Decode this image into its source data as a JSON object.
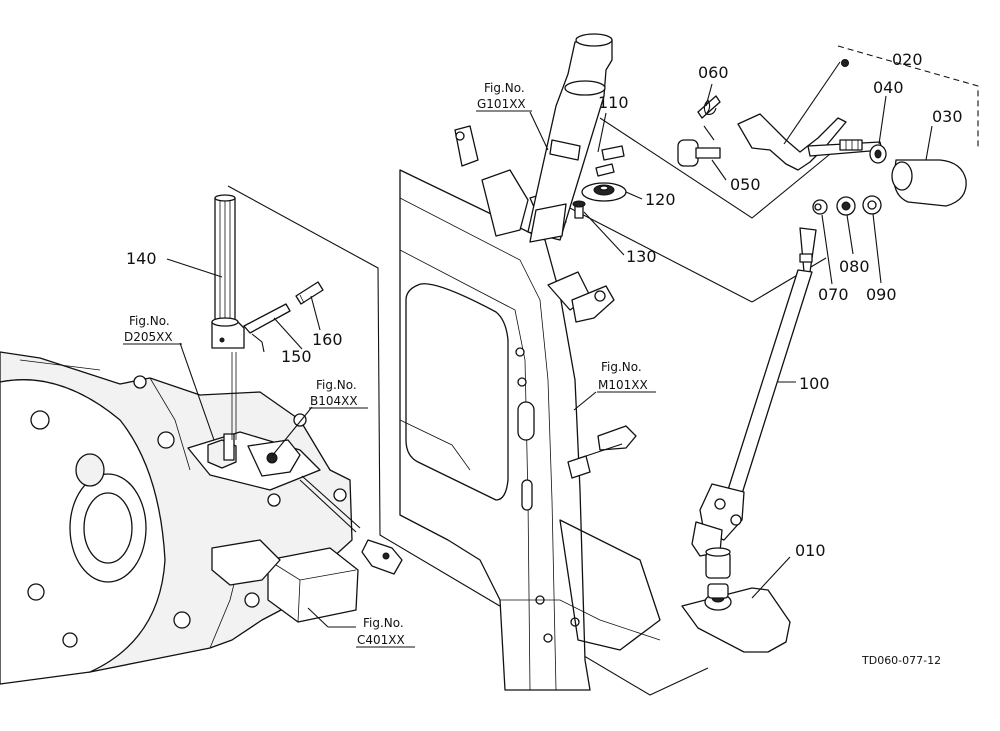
{
  "diagram": {
    "drawing_code": "TD060-077-12",
    "part_numbers": [
      {
        "id": "p010",
        "text": "010"
      },
      {
        "id": "p020",
        "text": "020"
      },
      {
        "id": "p030",
        "text": "030"
      },
      {
        "id": "p040",
        "text": "040"
      },
      {
        "id": "p050",
        "text": "050"
      },
      {
        "id": "p060",
        "text": "060"
      },
      {
        "id": "p070",
        "text": "070"
      },
      {
        "id": "p080",
        "text": "080"
      },
      {
        "id": "p090",
        "text": "090"
      },
      {
        "id": "p100",
        "text": "100"
      },
      {
        "id": "p110",
        "text": "110"
      },
      {
        "id": "p120",
        "text": "120"
      },
      {
        "id": "p130",
        "text": "130"
      },
      {
        "id": "p140",
        "text": "140"
      },
      {
        "id": "p150",
        "text": "150"
      },
      {
        "id": "p160",
        "text": "160"
      }
    ],
    "figure_refs": [
      {
        "id": "g101",
        "label": "Fig.No.",
        "number": "G101XX"
      },
      {
        "id": "d205",
        "label": "Fig.No.",
        "number": "D205XX"
      },
      {
        "id": "b104",
        "label": "Fig.No.",
        "number": "B104XX"
      },
      {
        "id": "m101",
        "label": "Fig.No.",
        "number": "M101XX"
      },
      {
        "id": "c401",
        "label": "Fig.No.",
        "number": "C401XX"
      }
    ]
  }
}
